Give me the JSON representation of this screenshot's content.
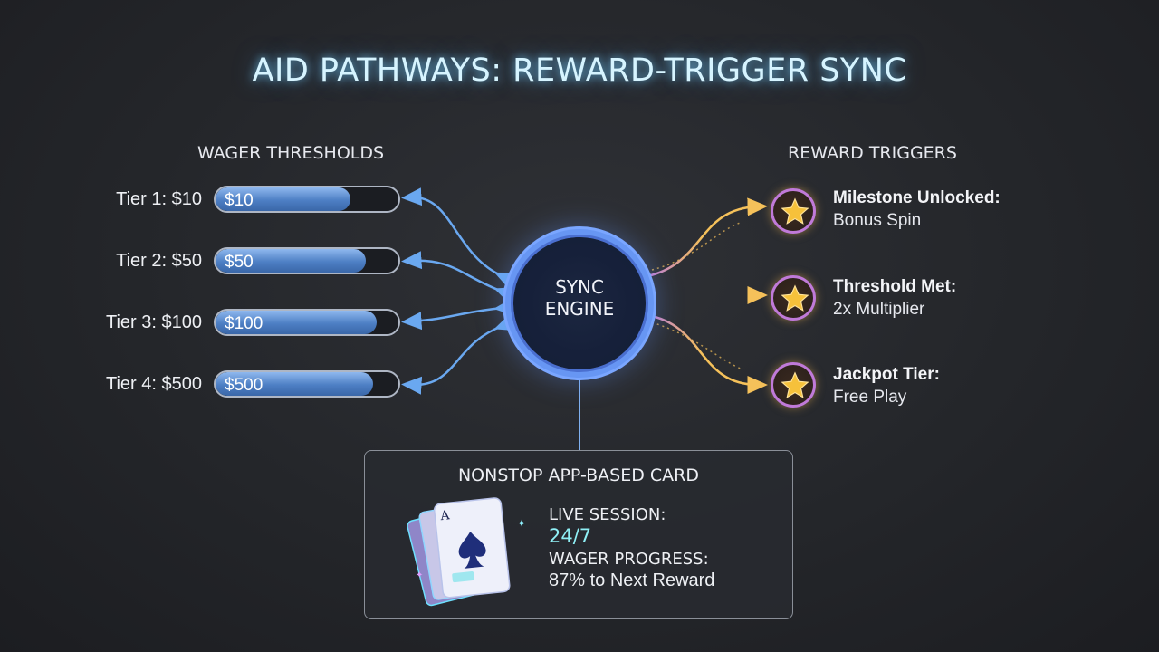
{
  "title": "AID PATHWAYS: REWARD-TRIGGER SYNC",
  "wager_section": {
    "heading": "WAGER THRESHOLDS",
    "tiers": [
      {
        "label": "Tier 1: $10",
        "bar_text": "$10",
        "fill": 0.74
      },
      {
        "label": "Tier 2: $50",
        "bar_text": "$50",
        "fill": 0.82
      },
      {
        "label": "Tier 3: $100",
        "bar_text": "$100",
        "fill": 0.88
      },
      {
        "label": "Tier 4: $500",
        "bar_text": "$500",
        "fill": 0.86
      }
    ]
  },
  "engine": {
    "line1": "SYNC",
    "line2": "ENGINE"
  },
  "reward_section": {
    "heading": "REWARD TRIGGERS",
    "items": [
      {
        "title": "Milestone Unlocked:",
        "subtitle": "Bonus Spin"
      },
      {
        "title": "Threshold Met:",
        "subtitle": "2x Multiplier"
      },
      {
        "title": "Jackpot Tier:",
        "subtitle": "Free Play"
      }
    ]
  },
  "card_panel": {
    "title": "NONSTOP APP-BASED CARD",
    "card_rank": "A",
    "live_label": "LIVE SESSION:",
    "live_value": "24/7",
    "progress_label": "WAGER PROGRESS:",
    "progress_value": "87% to Next Reward"
  },
  "colors": {
    "left_arrows": "#6aa8f0",
    "right_arrows": "#f5c15a",
    "star": "#f6c13b",
    "badge_ring": "#c07ad8"
  }
}
